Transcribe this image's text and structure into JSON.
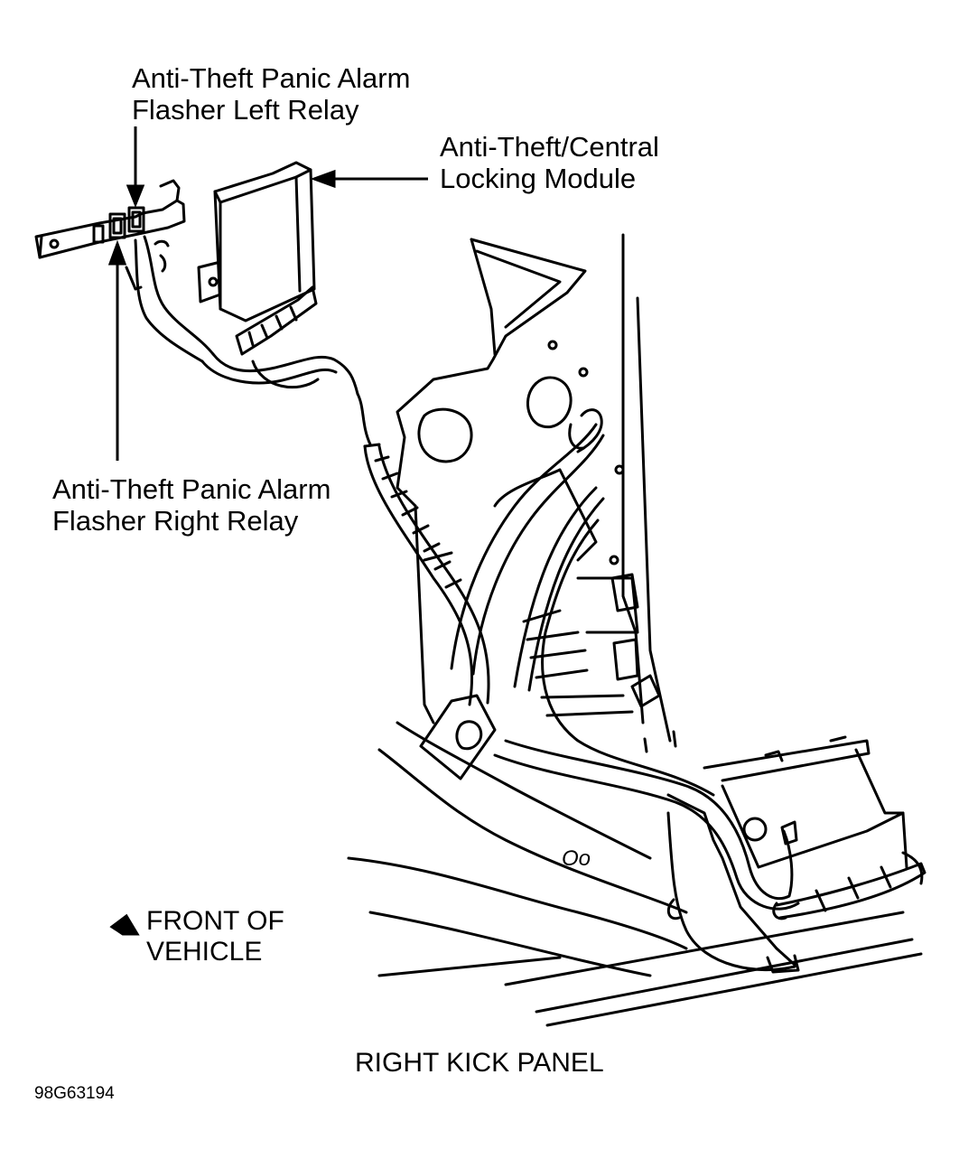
{
  "labels": {
    "flasher_left_relay": {
      "line1": "Anti-Theft Panic Alarm",
      "line2": "Flasher Left Relay"
    },
    "locking_module": {
      "line1": "Anti-Theft/Central",
      "line2": "Locking Module"
    },
    "flasher_right_relay": {
      "line1": "Anti-Theft Panic Alarm",
      "line2": "Flasher Right Relay"
    },
    "front_of_vehicle": {
      "line1": "FRONT OF",
      "line2": "VEHICLE"
    },
    "panel_caption": "RIGHT KICK PANEL",
    "figure_id": "98G63194",
    "part_mark": "Oo"
  },
  "colors": {
    "ink": "#000000",
    "paper": "#ffffff"
  }
}
